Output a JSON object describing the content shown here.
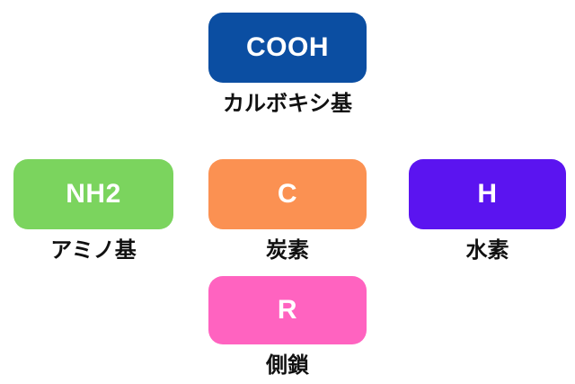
{
  "diagram": {
    "title": "",
    "background_color": "#ffffff",
    "label_color": "#111111",
    "symbol_color": "#ffffff",
    "nodes": [
      {
        "id": "carboxyl",
        "symbol": "COOH",
        "label": "カルボキシ基",
        "color": "#0B4EA2",
        "row": "top",
        "column": "center"
      },
      {
        "id": "amino",
        "symbol": "NH2",
        "label": "アミノ基",
        "color": "#7BD45E",
        "row": "middle",
        "column": "left"
      },
      {
        "id": "carbon",
        "symbol": "C",
        "label": "炭素",
        "color": "#FB9152",
        "row": "middle",
        "column": "center"
      },
      {
        "id": "hydrogen",
        "symbol": "H",
        "label": "水素",
        "color": "#5B14F0",
        "row": "middle",
        "column": "right"
      },
      {
        "id": "sidechain",
        "symbol": "R",
        "label": "側鎖",
        "color": "#FF63C0",
        "row": "bottom",
        "column": "center"
      }
    ]
  }
}
